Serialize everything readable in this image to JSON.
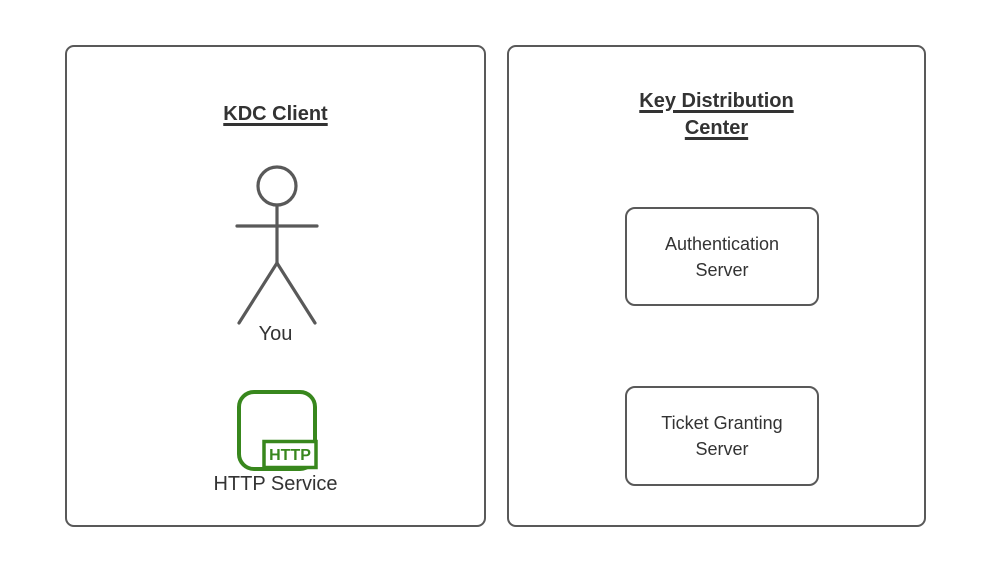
{
  "colors": {
    "bg": "#ffffff",
    "stroke": "#595959",
    "text": "#333333",
    "green": "#38871d"
  },
  "client_panel": {
    "title": "KDC Client",
    "actor_label": "You",
    "http_badge": "HTTP",
    "service_label": "HTTP Service"
  },
  "kdc_panel": {
    "title": "Key Distribution Center",
    "nodes": [
      {
        "label": "Authentication Server"
      },
      {
        "label": "Ticket Granting Server"
      }
    ]
  }
}
